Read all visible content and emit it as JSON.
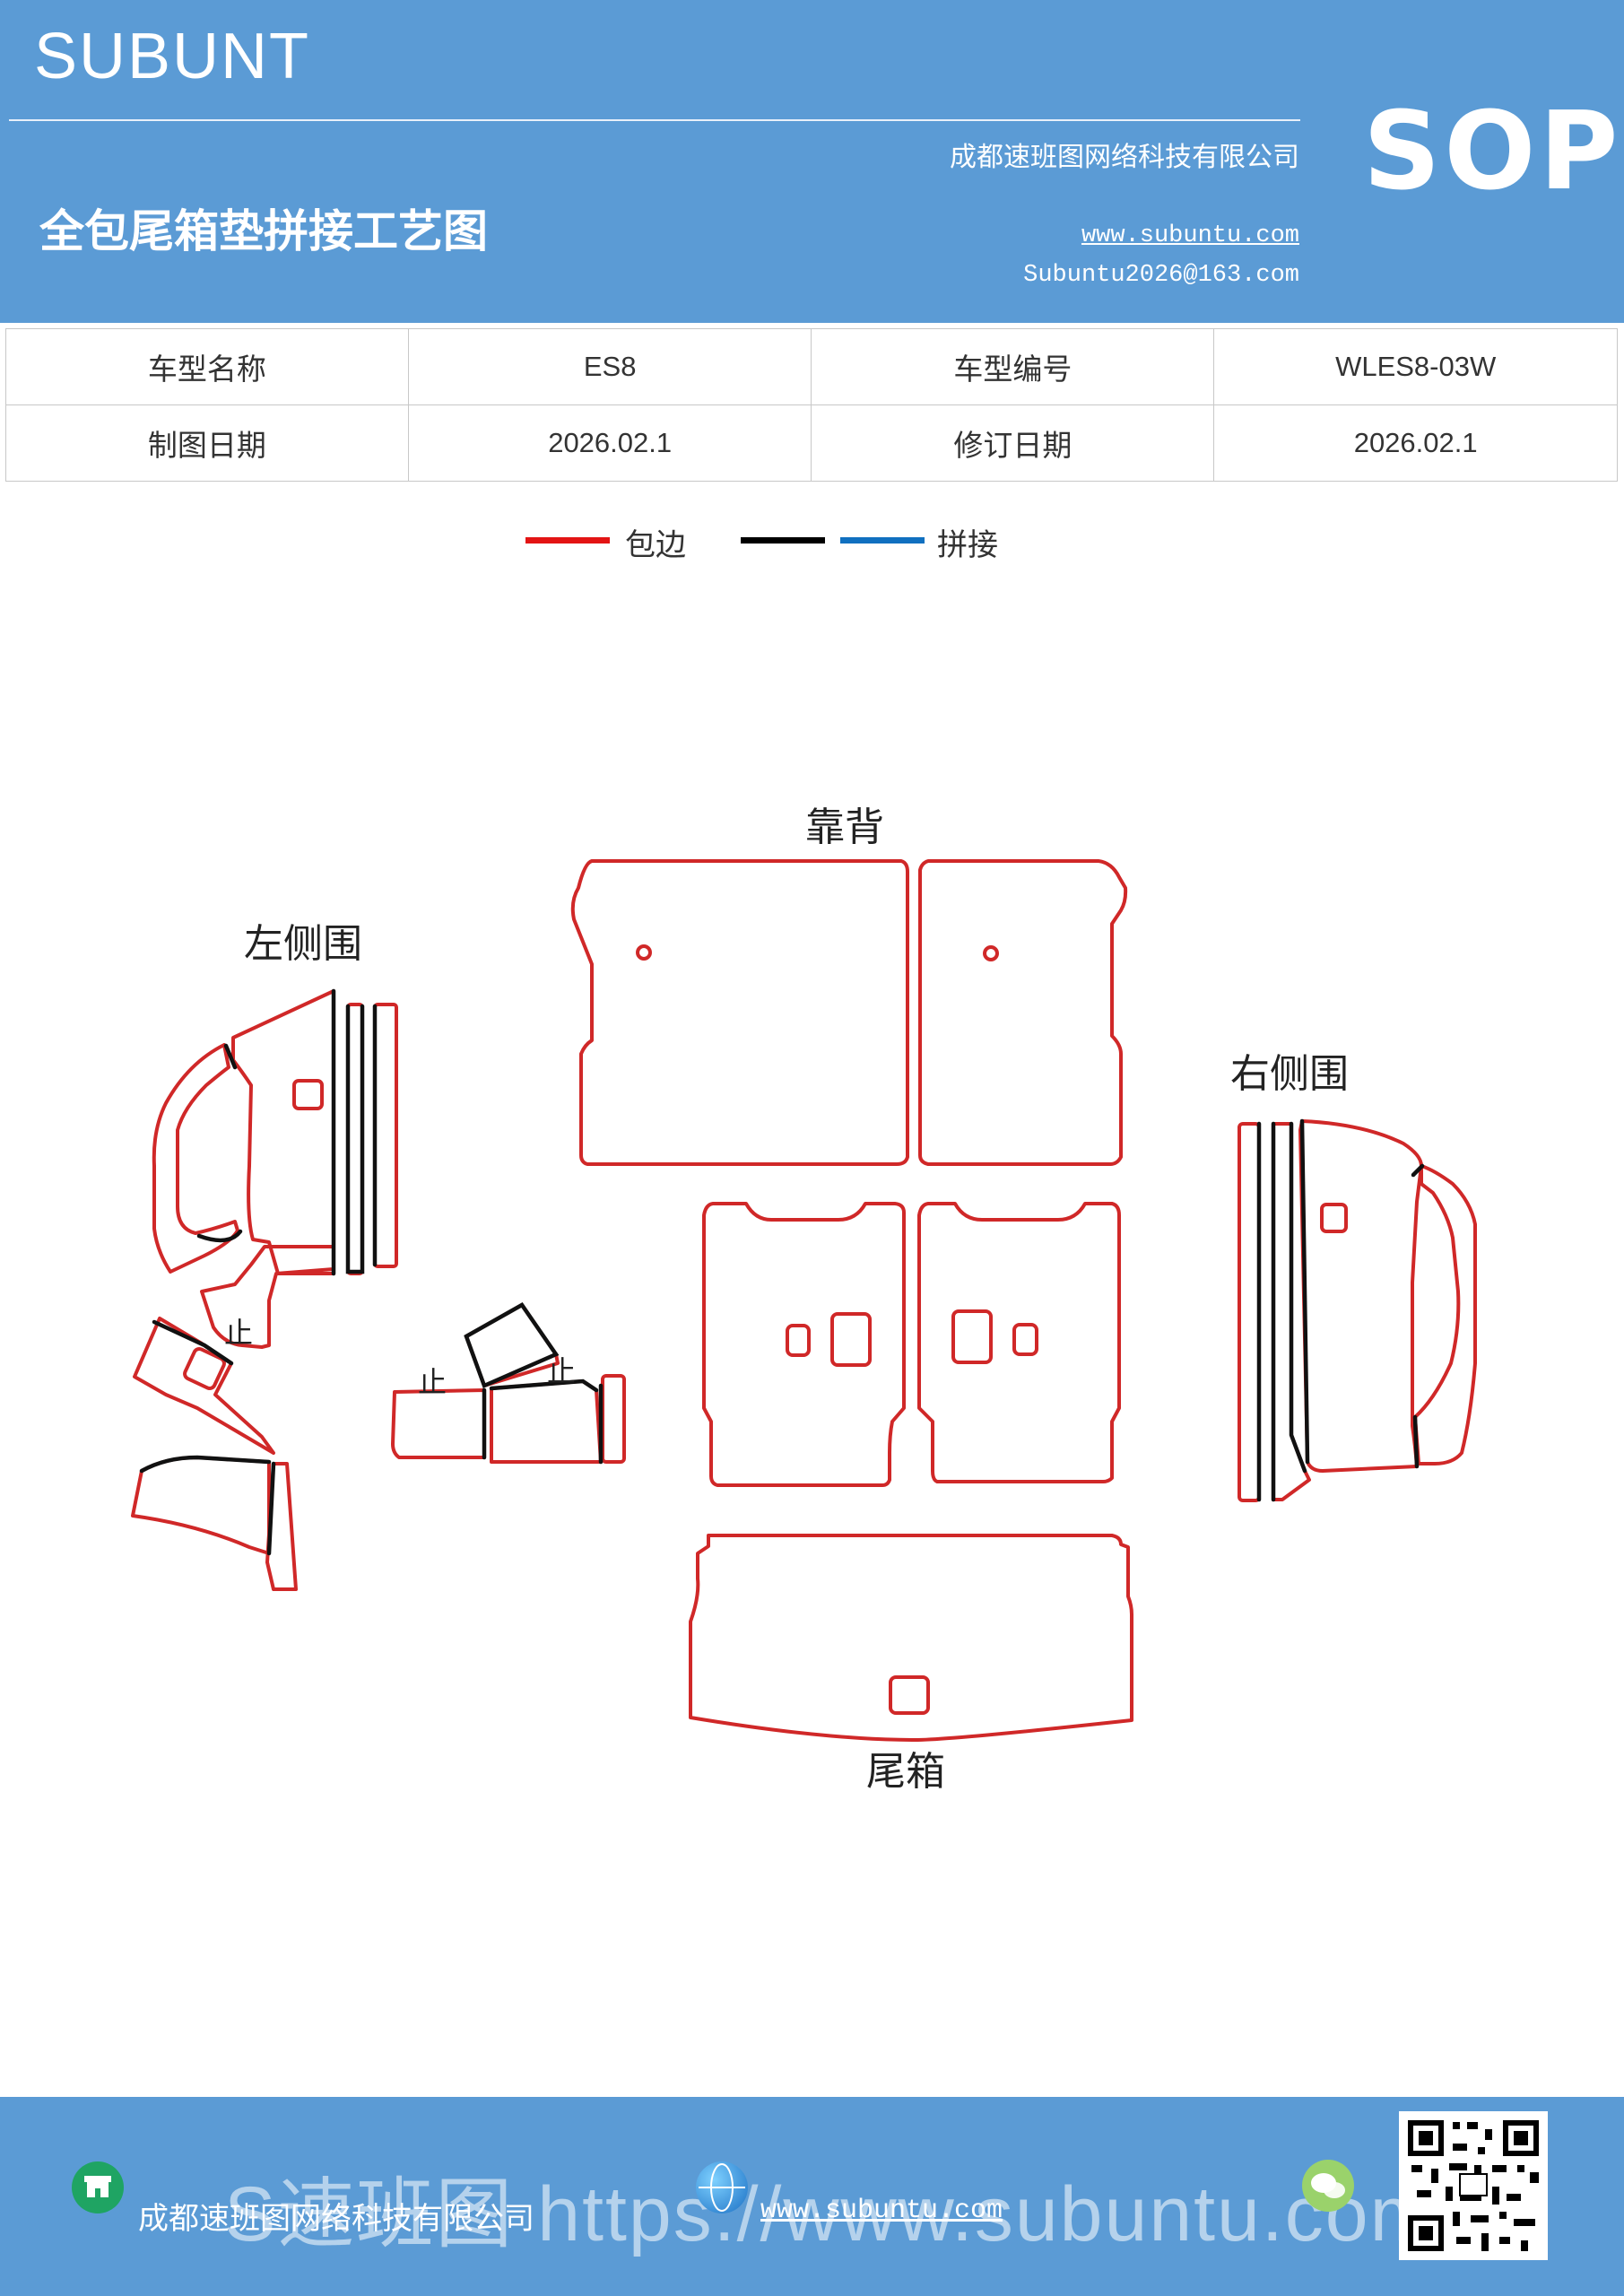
{
  "header": {
    "brand": "SUBUNT",
    "title": "全包尾箱垫拼接工艺图",
    "company": "成都速班图网络科技有限公司",
    "website": "www.subuntu.com",
    "email": "Subuntu2026@163.com",
    "badge": "SOP"
  },
  "info_table": {
    "model_name_label": "车型名称",
    "model_name_value": "ES8",
    "model_code_label": "车型编号",
    "model_code_value": "WLES8-03W",
    "draw_date_label": "制图日期",
    "draw_date_value": "2026.02.1",
    "revise_date_label": "修订日期",
    "revise_date_value": "2026.02.1"
  },
  "legend": {
    "edge_label": "包边",
    "splice_label": "拼接",
    "colors": {
      "edge": "#e31414",
      "splice_black": "#000000",
      "splice_blue": "#1070c0"
    }
  },
  "diagram": {
    "labels": {
      "backrest": "靠背",
      "left_side": "左侧围",
      "right_side": "右侧围",
      "trunk": "尾箱"
    },
    "stop_mark": "止",
    "colors": {
      "outline": "#d02828",
      "seam": "#111111"
    }
  },
  "footer": {
    "watermark": "S速班图 https://www.subuntu.com",
    "company": "成都速班图网络科技有限公司",
    "website": "www.subuntu.com",
    "icons": [
      "shop-icon",
      "globe-icon",
      "wechat-icon",
      "qr-code"
    ]
  }
}
